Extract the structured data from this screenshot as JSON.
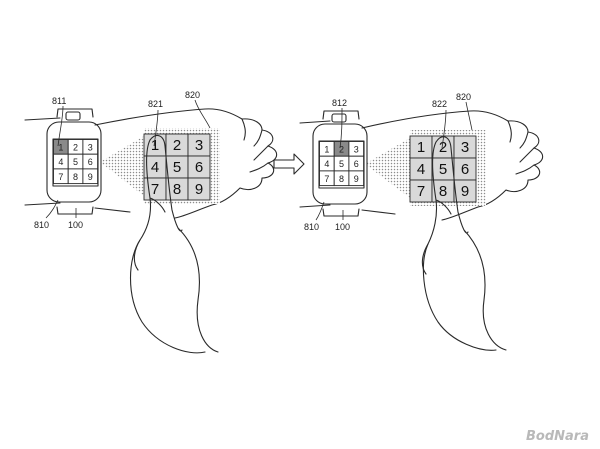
{
  "figure_left": {
    "refs": {
      "watch_selected": "811",
      "touch": "821",
      "projection": "820",
      "band": "810",
      "device": "100"
    },
    "screen_keys": [
      "1",
      "2",
      "3",
      "4",
      "5",
      "6",
      "7",
      "8",
      "9"
    ],
    "projected_keys": [
      "1",
      "2",
      "3",
      "4",
      "5",
      "6",
      "7",
      "8",
      "9"
    ],
    "selected_key_index": 0
  },
  "figure_right": {
    "refs": {
      "watch_selected": "812",
      "touch": "822",
      "projection": "820",
      "band": "810",
      "device": "100"
    },
    "screen_keys": [
      "1",
      "2",
      "3",
      "4",
      "5",
      "6",
      "7",
      "8",
      "9"
    ],
    "projected_keys": [
      "1",
      "2",
      "3",
      "4",
      "5",
      "6",
      "7",
      "8",
      "9"
    ],
    "selected_key_index": 1
  },
  "arrow_icon": "right-arrow-icon",
  "colors": {
    "selected_key": "#8a8a8a",
    "projected_key": "#d9d9d9",
    "projection_area": "#cfcfcf"
  },
  "watermark": "BodNara"
}
